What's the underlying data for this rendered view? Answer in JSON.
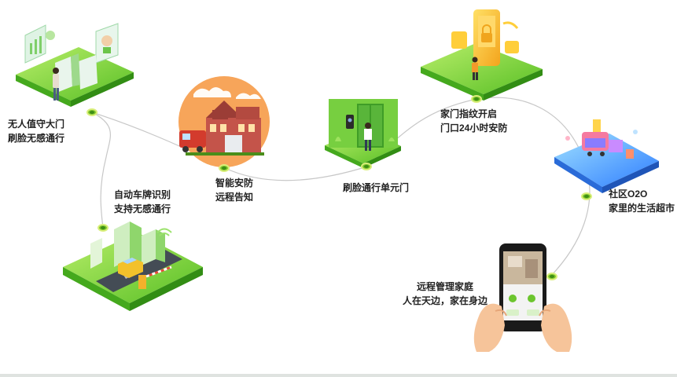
{
  "colors": {
    "accent": "#6cc52e",
    "accent_dark": "#3e9a1f",
    "path": "#bdbdbd",
    "phone_blue": "#2e8bff",
    "fire": "#f0a050"
  },
  "nodes": [
    {
      "id": "unmanned-gate",
      "lines": [
        "无人值守大门",
        "刷脸无感通行"
      ],
      "icon": "face-gate-icon"
    },
    {
      "id": "security",
      "lines": [
        "智能安防",
        "远程告知"
      ],
      "icon": "fire-station-icon"
    },
    {
      "id": "plate",
      "lines": [
        "自动车牌识别",
        "支持无感通行"
      ],
      "icon": "parking-gate-icon"
    },
    {
      "id": "unit-door",
      "lines": [
        "刷脸通行单元门"
      ],
      "icon": "unit-door-icon"
    },
    {
      "id": "fingerprint",
      "lines": [
        "家门指纹开启",
        "门口24小时安防"
      ],
      "icon": "fingerprint-lock-icon"
    },
    {
      "id": "o2o",
      "lines": [
        "社区O2O",
        "家里的生活超市"
      ],
      "icon": "shopping-icon"
    },
    {
      "id": "remote",
      "lines": [
        "远程管理家庭",
        "人在天边，家在身边"
      ],
      "icon": "smartphone-icon"
    }
  ]
}
